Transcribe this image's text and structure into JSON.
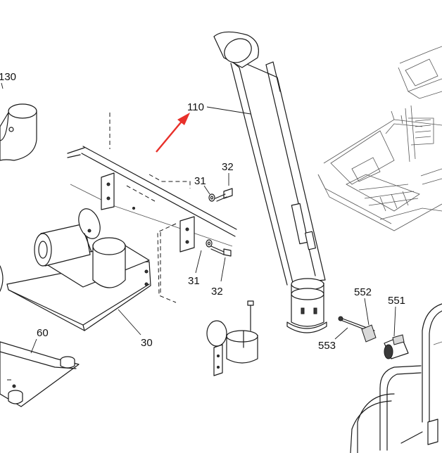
{
  "labels": {
    "l130": "130",
    "l110": "110",
    "l32a": "32",
    "l31a": "31",
    "l31b": "31",
    "l32b": "32",
    "l552": "552",
    "l551": "551",
    "l553": "553",
    "l60": "60",
    "l30": "30"
  },
  "colors": {
    "arrow": "#e8302a",
    "line": "#1a1a1a"
  }
}
